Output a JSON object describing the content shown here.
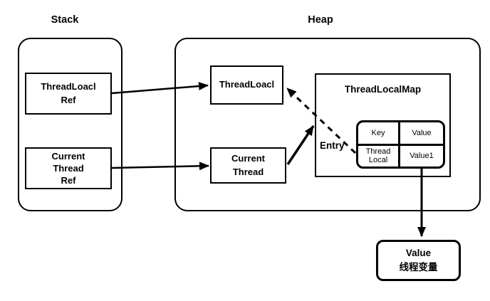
{
  "colors": {
    "line": "#000000",
    "background": "#ffffff"
  },
  "stack": {
    "label": "Stack",
    "threadlocal_ref": "ThreadLoacl\nRef",
    "current_thread_ref": "Current\nThread\nRef"
  },
  "heap": {
    "label": "Heap",
    "threadlocal": "ThreadLoacl",
    "current_thread": "Current\nThread",
    "map": {
      "title": "ThreadLocalMap",
      "entry_label": "Entry",
      "table": {
        "rows": [
          [
            "Key",
            "Value"
          ],
          [
            "Thread\nLocal",
            "Value1"
          ]
        ]
      }
    }
  },
  "value_box": "Value\n线程变量"
}
